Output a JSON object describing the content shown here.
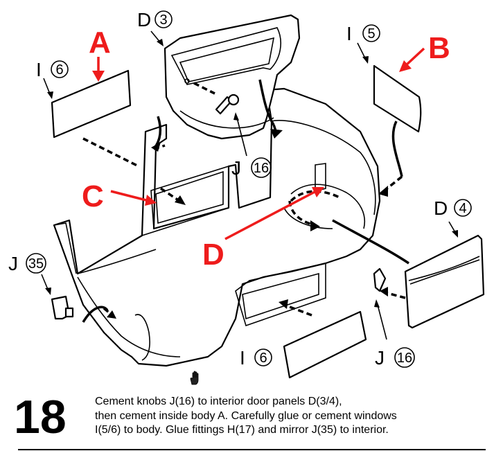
{
  "labels": {
    "d3": {
      "letter": "D",
      "num": "3"
    },
    "i5": {
      "letter": "I",
      "num": "5"
    },
    "i6_top": {
      "letter": "I",
      "num": "6"
    },
    "j16_mid": {
      "letter": "J",
      "num": "16"
    },
    "d4": {
      "letter": "D",
      "num": "4"
    },
    "j35": {
      "letter": "J",
      "num": "35"
    },
    "i6_bottom": {
      "letter": "I",
      "num": "6"
    },
    "j16_bottom": {
      "letter": "J",
      "num": "16"
    }
  },
  "callouts": {
    "a": "A",
    "b": "B",
    "c": "C",
    "d": "D"
  },
  "colors": {
    "callout_red": "#ee1c1c",
    "line_black": "#000000"
  },
  "icons": {
    "hand": "hand-icon"
  },
  "step": {
    "number": "18",
    "lines": [
      "Cement knobs J(16) to interior door panels D(3/4),",
      "then cement inside body A.  Carefully glue or cement windows",
      "I(5/6) to body.  Glue fittings H(17) and mirror J(35) to interior."
    ]
  }
}
